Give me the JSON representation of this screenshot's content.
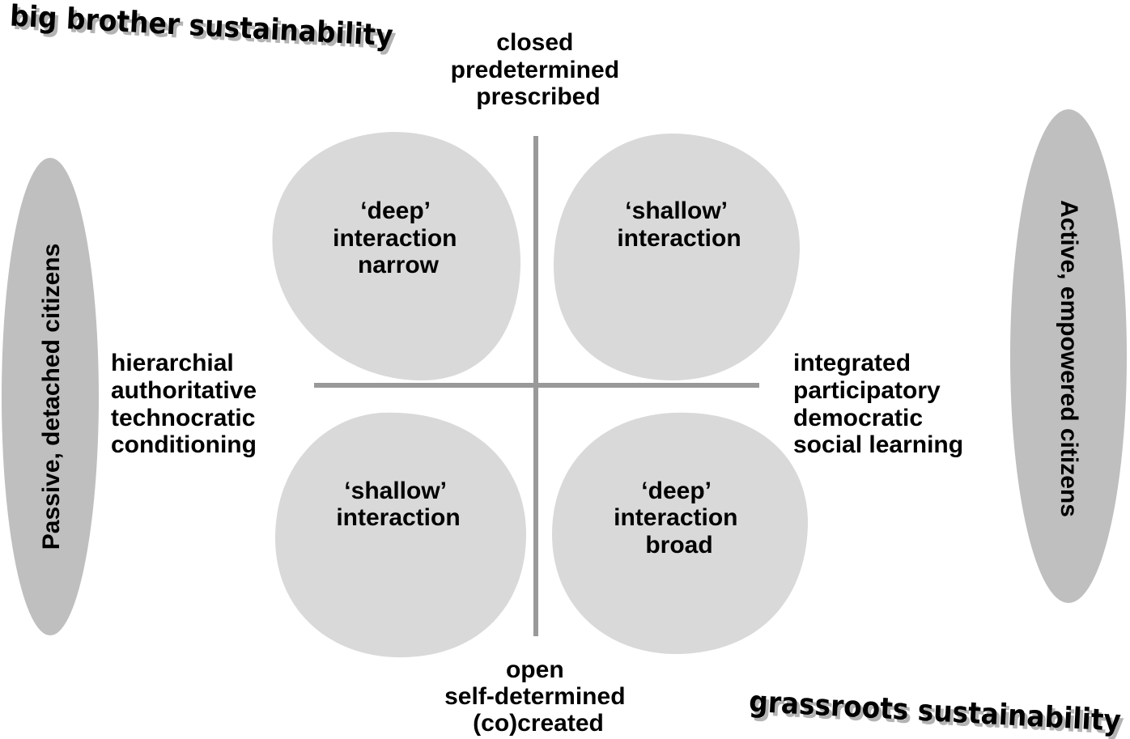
{
  "titles": {
    "top_left": "big brother sustainability",
    "bottom_right": "grassroots sustainability"
  },
  "axes": {
    "top": [
      "closed",
      "predetermined",
      "prescribed"
    ],
    "bottom": [
      "open",
      "self-determined",
      "(co)created"
    ],
    "left": [
      "hierarchial",
      "authoritative",
      "technocratic",
      "conditioning"
    ],
    "right": [
      "integrated",
      "participatory",
      "democratic",
      "social learning"
    ]
  },
  "quadrants": {
    "top_left": [
      "‘deep’",
      "interaction",
      "narrow"
    ],
    "top_right": [
      "‘shallow’",
      "interaction"
    ],
    "bottom_left": [
      "‘shallow’",
      "interaction"
    ],
    "bottom_right": [
      "‘deep’",
      "interaction",
      "broad"
    ]
  },
  "side_ovals": {
    "left": "Passive, detached citizens",
    "right": "Active, empowered citizens"
  },
  "colors": {
    "blob_fill": "#d9d9d9",
    "oval_fill": "#bfbfbf",
    "axis_line": "#999999",
    "text": "#000000"
  }
}
